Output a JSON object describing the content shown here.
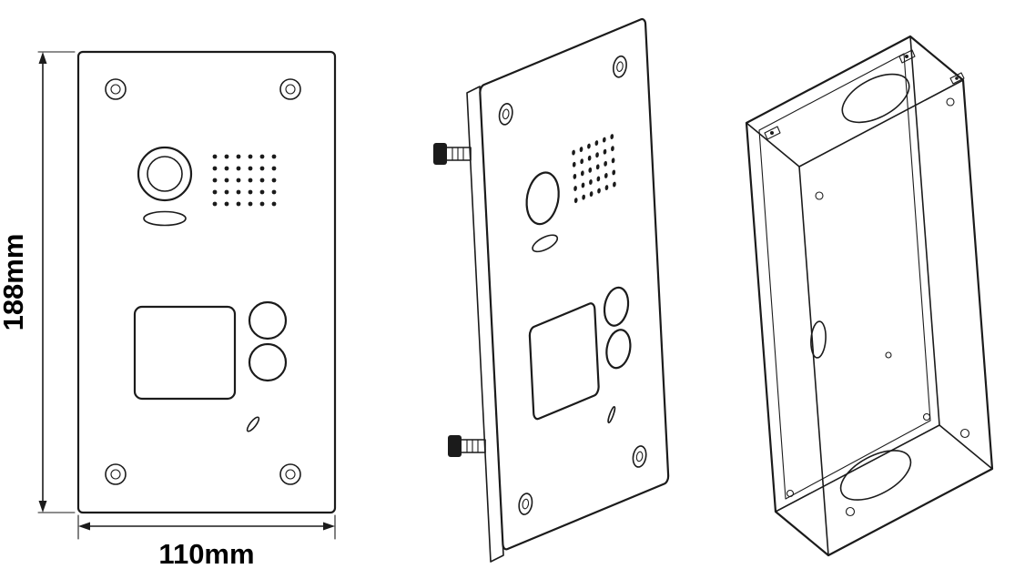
{
  "drawing": {
    "dimensions": {
      "height_label": "188mm",
      "width_label": "110mm"
    },
    "colors": {
      "line": "#1b1b1b",
      "background": "#ffffff"
    },
    "views": {
      "front": "front-panel-view",
      "isometric": "panel-isometric-view",
      "box": "flush-mount-box-view"
    }
  }
}
